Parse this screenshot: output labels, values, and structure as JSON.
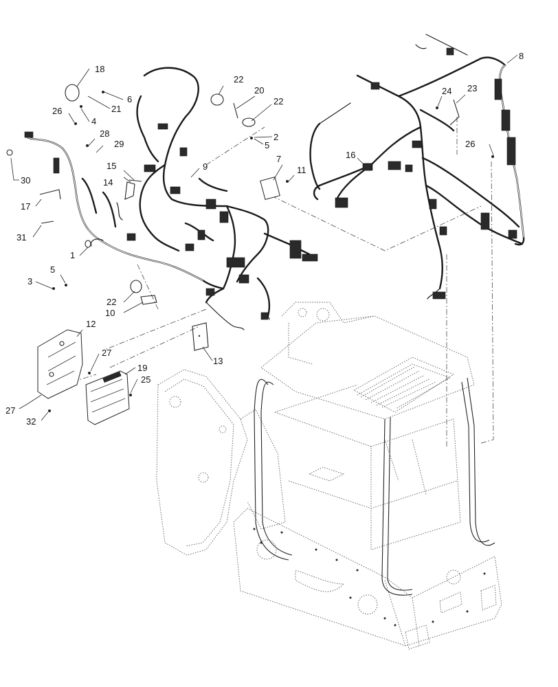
{
  "callouts": [
    {
      "id": "c1",
      "label": "1"
    },
    {
      "id": "c2",
      "label": "2"
    },
    {
      "id": "c3",
      "label": "3"
    },
    {
      "id": "c4",
      "label": "4"
    },
    {
      "id": "c5a",
      "label": "5"
    },
    {
      "id": "c5b",
      "label": "5"
    },
    {
      "id": "c6",
      "label": "6"
    },
    {
      "id": "c7",
      "label": "7"
    },
    {
      "id": "c8",
      "label": "8"
    },
    {
      "id": "c9",
      "label": "9"
    },
    {
      "id": "c10",
      "label": "10"
    },
    {
      "id": "c11",
      "label": "11"
    },
    {
      "id": "c12",
      "label": "12"
    },
    {
      "id": "c13",
      "label": "13"
    },
    {
      "id": "c14",
      "label": "14"
    },
    {
      "id": "c15",
      "label": "15"
    },
    {
      "id": "c16",
      "label": "16"
    },
    {
      "id": "c17",
      "label": "17"
    },
    {
      "id": "c18",
      "label": "18"
    },
    {
      "id": "c19",
      "label": "19"
    },
    {
      "id": "c20",
      "label": "20"
    },
    {
      "id": "c21",
      "label": "21"
    },
    {
      "id": "c22a",
      "label": "22"
    },
    {
      "id": "c22b",
      "label": "22"
    },
    {
      "id": "c22c",
      "label": "22"
    },
    {
      "id": "c23",
      "label": "23"
    },
    {
      "id": "c24",
      "label": "24"
    },
    {
      "id": "c25",
      "label": "25"
    },
    {
      "id": "c26a",
      "label": "26"
    },
    {
      "id": "c26b",
      "label": "26"
    },
    {
      "id": "c27a",
      "label": "27"
    },
    {
      "id": "c27b",
      "label": "27"
    },
    {
      "id": "c28",
      "label": "28"
    },
    {
      "id": "c29",
      "label": "29"
    },
    {
      "id": "c30",
      "label": "30"
    },
    {
      "id": "c31",
      "label": "31"
    },
    {
      "id": "c32",
      "label": "32"
    }
  ]
}
